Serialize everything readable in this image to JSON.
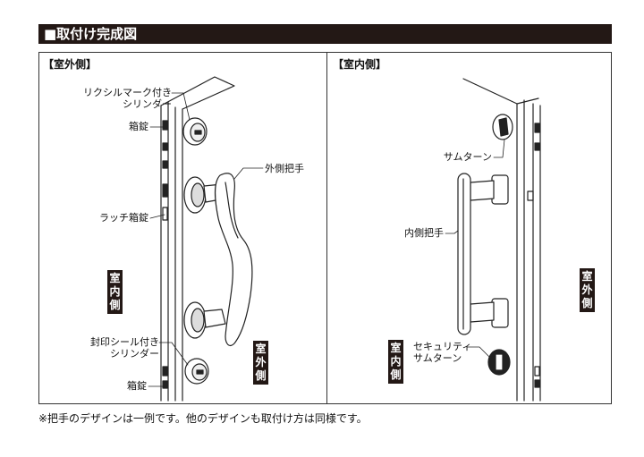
{
  "title": "■取付け完成図",
  "outside_panel": {
    "heading": "【室外側】",
    "labels": {
      "lixil_cylinder": "リクシルマーク付き\nシリンダー",
      "box_lock_top": "箱錠",
      "outer_handle": "外側把手",
      "latch_box_lock": "ラッチ箱錠",
      "sealed_cylinder": "封印シール付き\nシリンダー",
      "box_lock_bottom": "箱錠"
    },
    "side_tag_indoor": "室\n内\n側",
    "side_tag_outdoor": "室\n外\n側"
  },
  "inside_panel": {
    "heading": "【室内側】",
    "labels": {
      "thumb_turn": "サムターン",
      "inner_handle": "内側把手",
      "security_thumb_turn": "セキュリティ\nサムターン"
    },
    "side_tag_indoor": "室\n内\n側",
    "side_tag_outdoor": "室\n外\n側"
  },
  "footnote": "※把手のデザインは一例です。他のデザインも取付け方は同様です。"
}
